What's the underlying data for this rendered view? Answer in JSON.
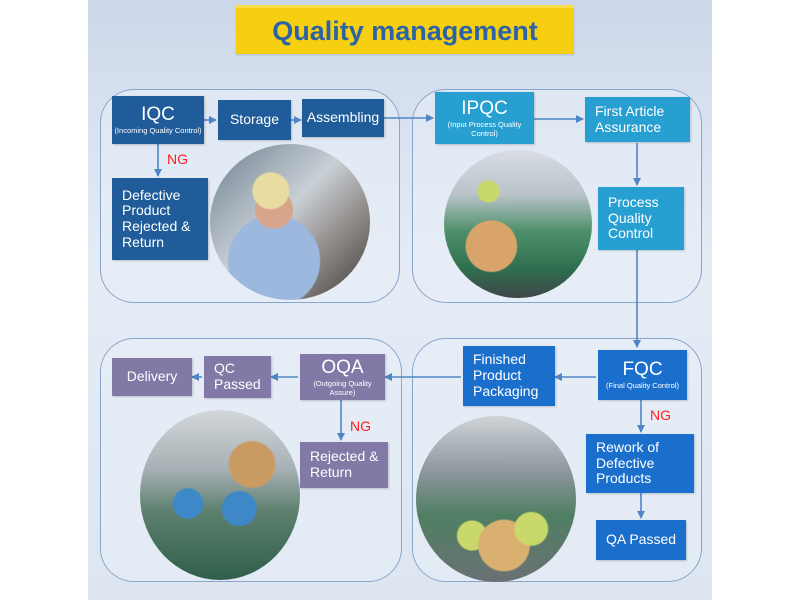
{
  "title": "Quality management",
  "colors": {
    "title_banner": "#f6cf11",
    "title_text": "#2b63a6",
    "navy_box": "#1f5c99",
    "teal_box": "#27a0d1",
    "blue_box": "#1b6fcc",
    "purple_box": "#8379a6",
    "ng_text": "#ff2020",
    "arrow": "#4f86c6"
  },
  "iqc": {
    "label": "IQC",
    "sublabel": "(Incoming Quality Control)",
    "storage": "Storage",
    "assembling": "Assembling",
    "ng": "NG",
    "defective": "Defective Product Rejected & Return",
    "photo": "worker-inspecting-component-photo"
  },
  "ipqc": {
    "label": "IPQC",
    "sublabel": "(Input Process Quality Control)",
    "first_article": "First Article Assurance",
    "process_qc": "Process Quality Control",
    "photo": "assembly-line-worker-photo"
  },
  "fqc": {
    "label": "FQC",
    "sublabel": "(Final Quality Control)",
    "packaging": "Finished Product Packaging",
    "ng": "NG",
    "rework": "Rework of Defective Products",
    "qa_passed": "QA Passed",
    "photo": "production-line-workers-photo"
  },
  "oqa": {
    "label": "OQA",
    "sublabel": "(Outgoing Quality Assure)",
    "qc_passed": "QC Passed",
    "delivery": "Delivery",
    "ng": "NG",
    "rejected": "Rejected & Return",
    "photo": "packing-team-photo"
  }
}
